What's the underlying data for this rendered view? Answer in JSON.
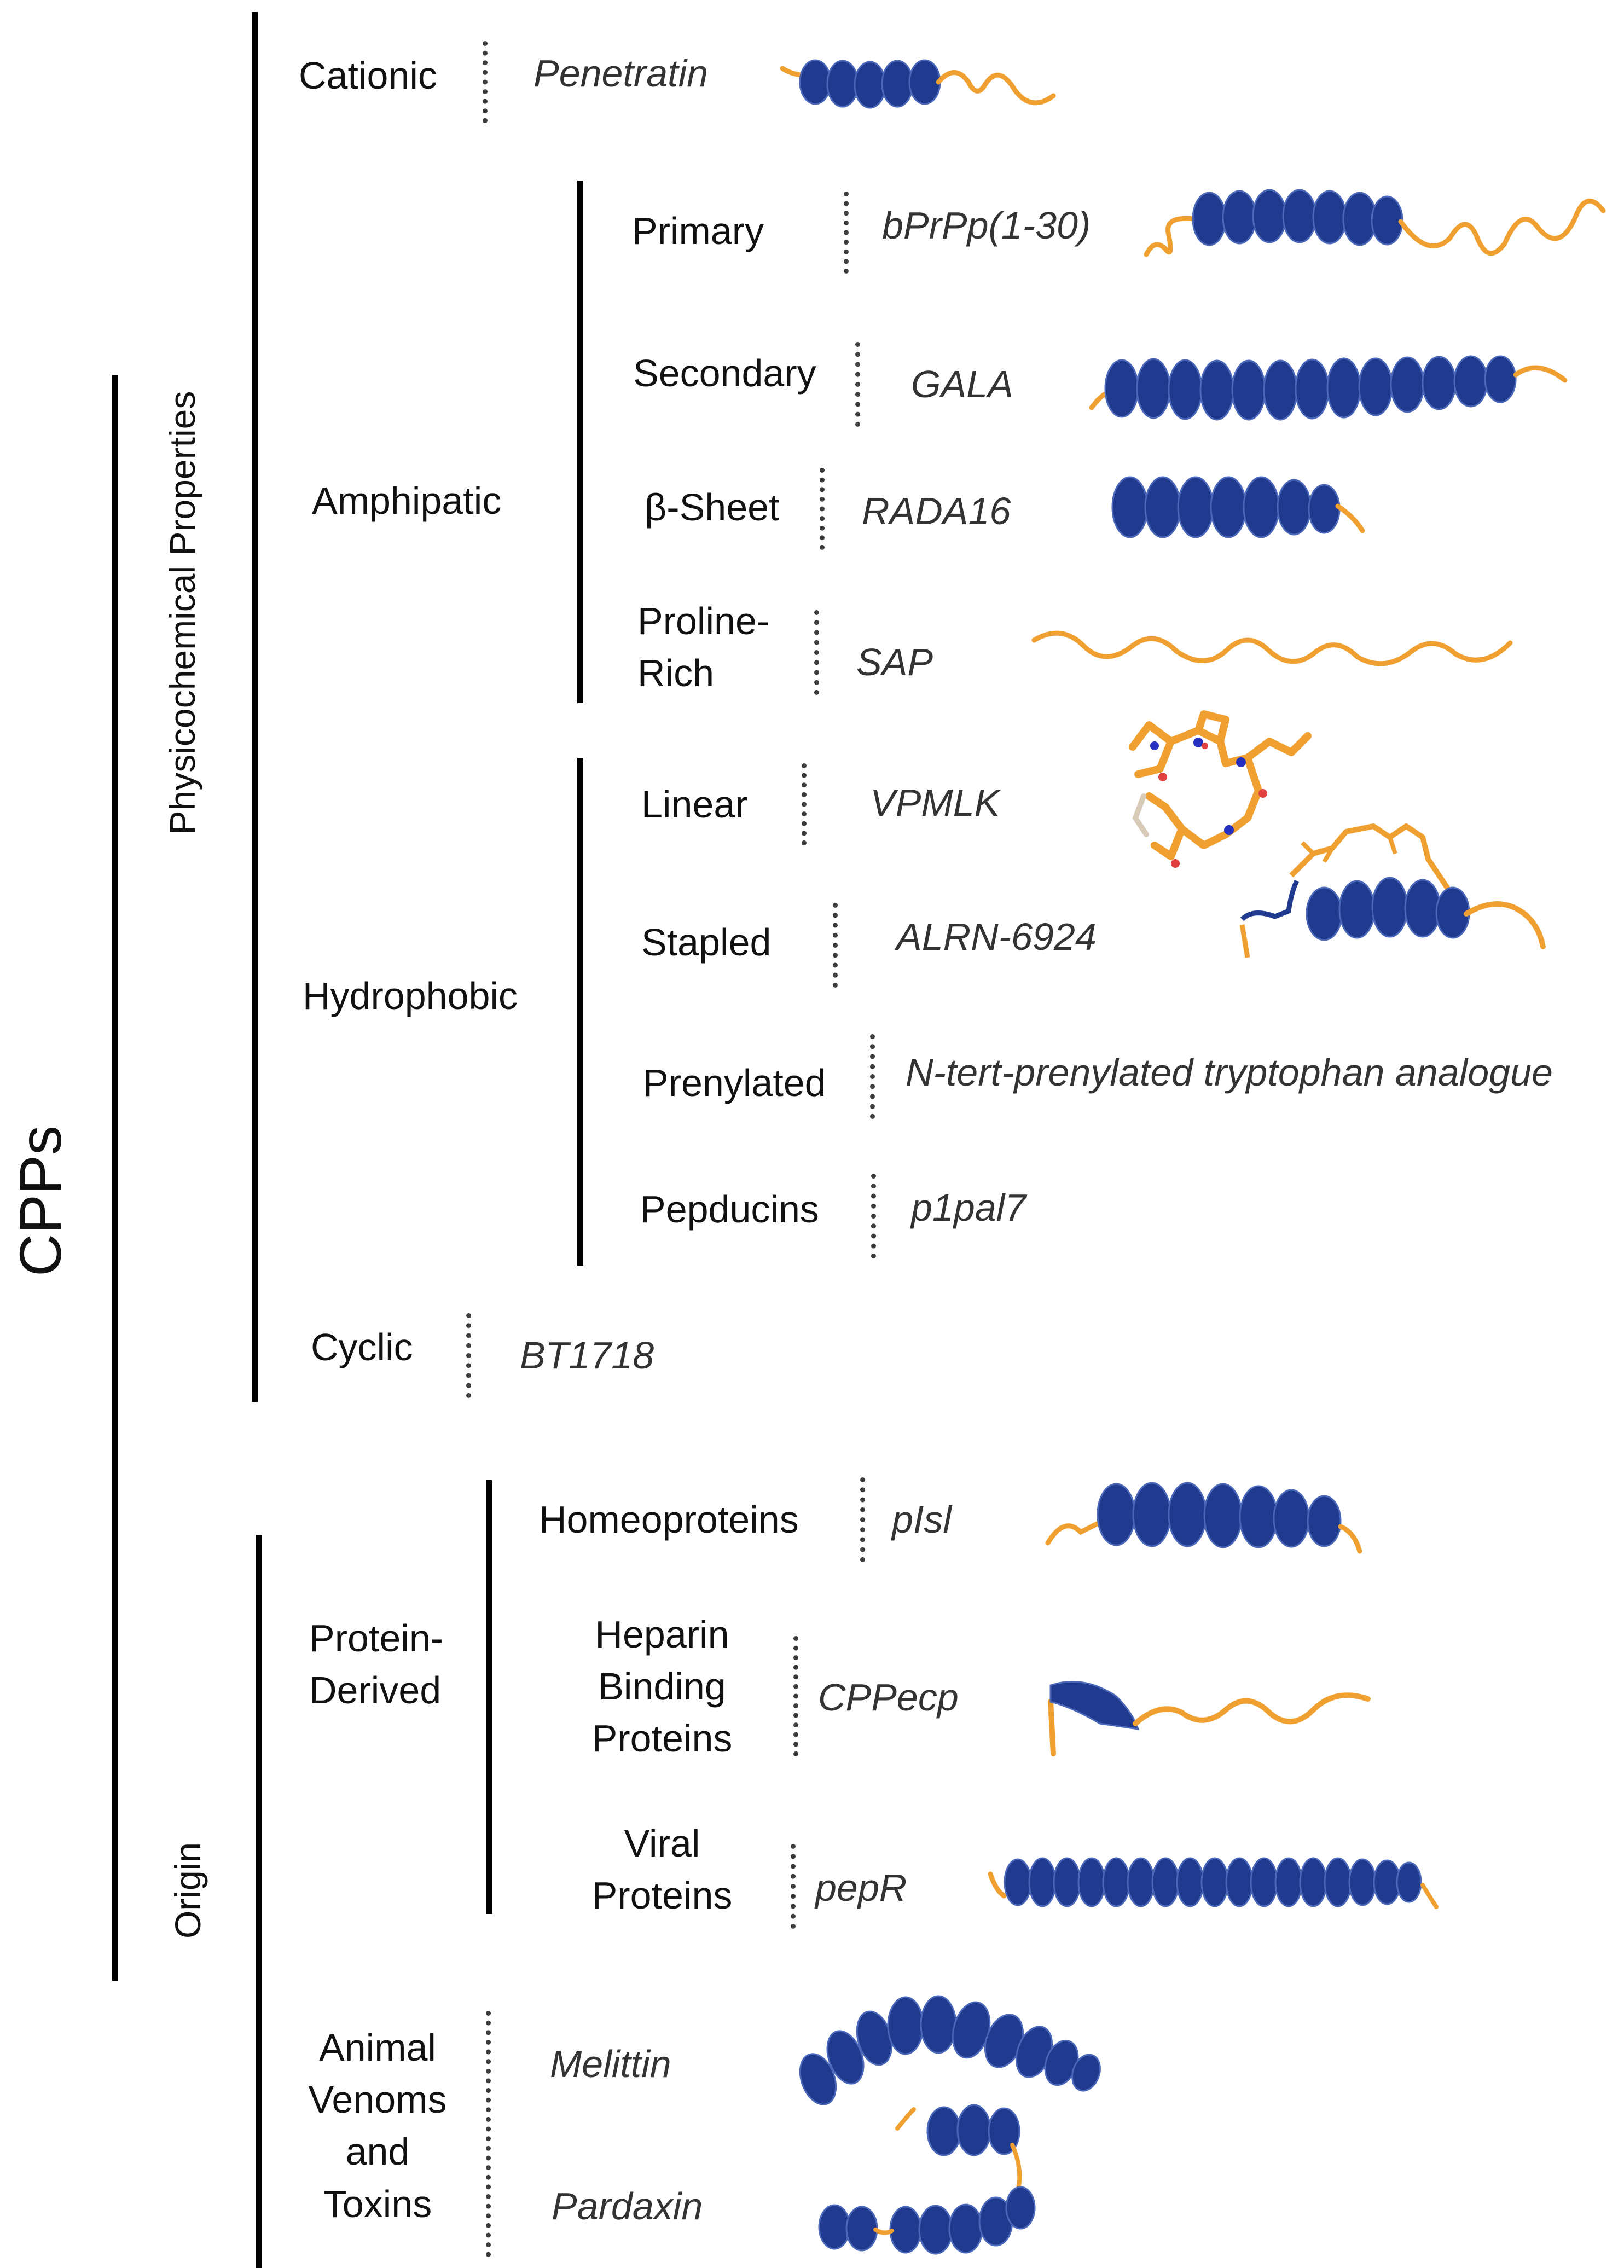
{
  "root": {
    "label": "CPPs"
  },
  "groups": {
    "physicochemical": {
      "label": "Physicochemical Properties"
    },
    "origin": {
      "label": "Origin"
    }
  },
  "categories": {
    "cationic": {
      "label": "Cationic",
      "example": "Penetratin"
    },
    "amphipatic": {
      "label": "Amphipatic"
    },
    "primary": {
      "label": "Primary",
      "example": "bPrPp(1-30)"
    },
    "secondary": {
      "label": "Secondary",
      "example": "GALA"
    },
    "beta_sheet": {
      "label": "β-Sheet",
      "example": "RADA16"
    },
    "proline_rich": {
      "label_line1": "Proline-",
      "label_line2": "Rich",
      "example": "SAP"
    },
    "hydrophobic": {
      "label": "Hydrophobic"
    },
    "linear": {
      "label": "Linear",
      "example": "VPMLK"
    },
    "stapled": {
      "label": "Stapled",
      "example": "ALRN-6924"
    },
    "prenylated": {
      "label": "Prenylated",
      "example": "N-tert-prenylated tryptophan analogue"
    },
    "pepducins": {
      "label": "Pepducins",
      "example": "p1pal7"
    },
    "cyclic": {
      "label": "Cyclic",
      "example": "BT1718"
    },
    "protein_derived": {
      "label_line1": "Protein-",
      "label_line2": "Derived"
    },
    "homeoproteins": {
      "label": "Homeoproteins",
      "example": "pIsl"
    },
    "heparin": {
      "label_line1": "Heparin",
      "label_line2": "Binding",
      "label_line3": "Proteins",
      "example": "CPPecp"
    },
    "viral": {
      "label_line1": "Viral",
      "label_line2": "Proteins",
      "example": "pepR"
    },
    "venoms": {
      "label_line1": "Animal",
      "label_line2": "Venoms",
      "label_line3": "and",
      "label_line4": "Toxins",
      "example1": "Melittin",
      "example2": "Pardaxin"
    }
  },
  "colors": {
    "helix": "#1f3a8f",
    "helix_light": "#4a67b8",
    "coil": "#f0a030",
    "line": "#000000",
    "dots": "#3c3c3c"
  }
}
